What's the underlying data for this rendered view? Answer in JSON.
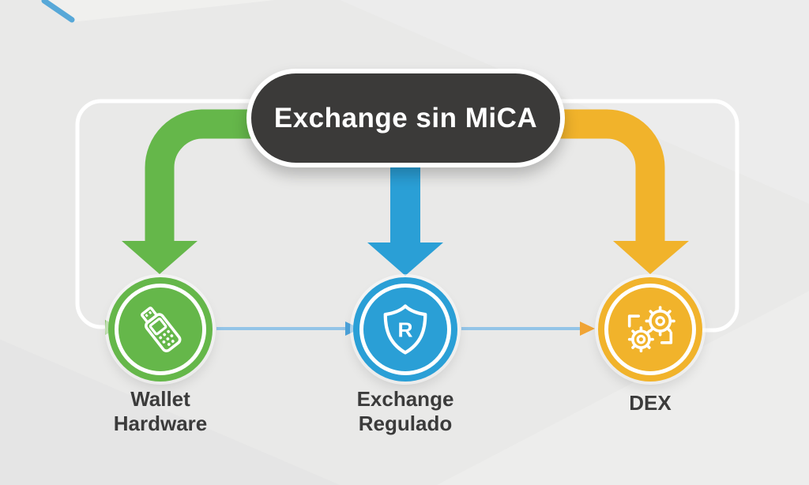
{
  "title": {
    "label": "Exchange sin MiCA"
  },
  "nodes": [
    {
      "id": "wallet-hardware",
      "label": "Wallet Hardware",
      "label_lines": [
        "Wallet",
        "Hardware"
      ],
      "color": "#65b74a",
      "icon": "hardware-wallet-icon"
    },
    {
      "id": "exchange-regulado",
      "label": "Exchange Regulado",
      "label_lines": [
        "Exchange",
        "Regulado"
      ],
      "color": "#2a9fd6",
      "icon": "shield-r-icon",
      "icon_letter": "R"
    },
    {
      "id": "dex",
      "label": "DEX",
      "label_lines": [
        "DEX"
      ],
      "color": "#f1b32b",
      "icon": "gears-icon"
    }
  ],
  "colors": {
    "pill_bg": "#3b3a39",
    "green": "#65b74a",
    "green_light": "#7cbf5c",
    "blue": "#2a9fd6",
    "yellow": "#f1b32b",
    "connector_line": "#93c4e7",
    "connector_arrow_blue": "#4ba2da",
    "connector_arrow_orange": "#f0a435",
    "outline_white": "#ffffff",
    "accent_teal": "#57a8d8",
    "label_text": "#3b3b3b"
  }
}
